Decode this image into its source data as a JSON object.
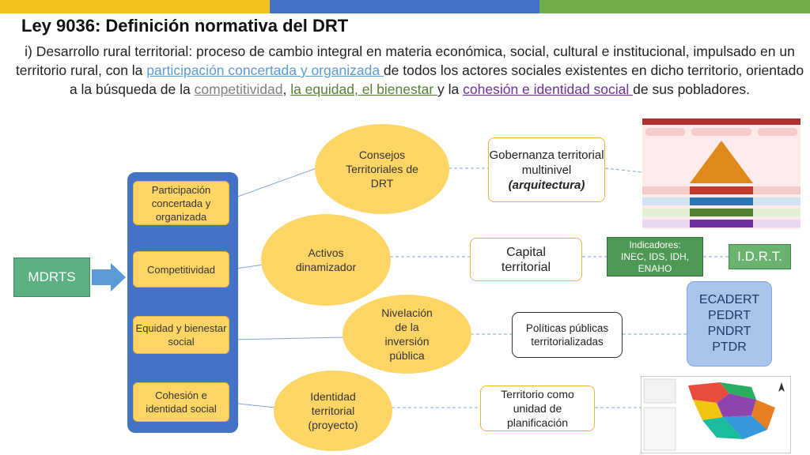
{
  "header": {
    "bar_colors": [
      "#f5c21b",
      "#4472c4",
      "#70ad47"
    ]
  },
  "slide": {
    "title": "Ley 9036: Definición normativa del DRT",
    "paragraph": {
      "part1": "i) Desarrollo rural territorial: proceso de cambio integral en materia económica, social, cultural e institucional, impulsado en un territorio rural, con la ",
      "link1": "participación concertada y organizada ",
      "part2": "de todos los actores sociales existentes en dicho territorio, orientado a la búsqueda de la ",
      "link2": "competitividad",
      "sep1": ", ",
      "link3": "la equidad, el bienestar ",
      "part3": "y la ",
      "link4": "cohesión e identidad social ",
      "part4": "de sus pobladores."
    }
  },
  "diagram": {
    "mdrts_label": "MDRTS",
    "pillars": [
      "Participación concertada y organizada",
      "Competitividad",
      "Equidad y bienestar social",
      "Cohesión e identidad social"
    ],
    "ovals": [
      "Consejos Territoriales de DRT",
      "Activos dinamizador",
      "Nivelación de la inversión pública",
      "Identidad territorial (proyecto)"
    ],
    "outcomes": {
      "gobernanza_main": "Gobernanza territorial multinivel",
      "gobernanza_em": "(arquitectura)",
      "capital": "Capital territorial",
      "politicas": "Políticas públicas territorializadas",
      "territorio": "Territorio como unidad de planificación"
    },
    "indicadores": "Indicadores: INEC, IDS, IDH, ENAHO",
    "idrt": "I.D.R.T.",
    "plans": [
      "ECADERT",
      "PEDRT",
      "PNDRT",
      "PTDR"
    ]
  },
  "colors": {
    "link_blue": "#5b9bd5",
    "link_green": "#548235",
    "link_purple": "#7030a0",
    "mdrts_green": "#5cb082",
    "pillar_panel": "#4472c4",
    "oval_fill": "#ffd566",
    "indicator_green": "#4e9a54",
    "plans_blue": "#a9c6ea"
  }
}
